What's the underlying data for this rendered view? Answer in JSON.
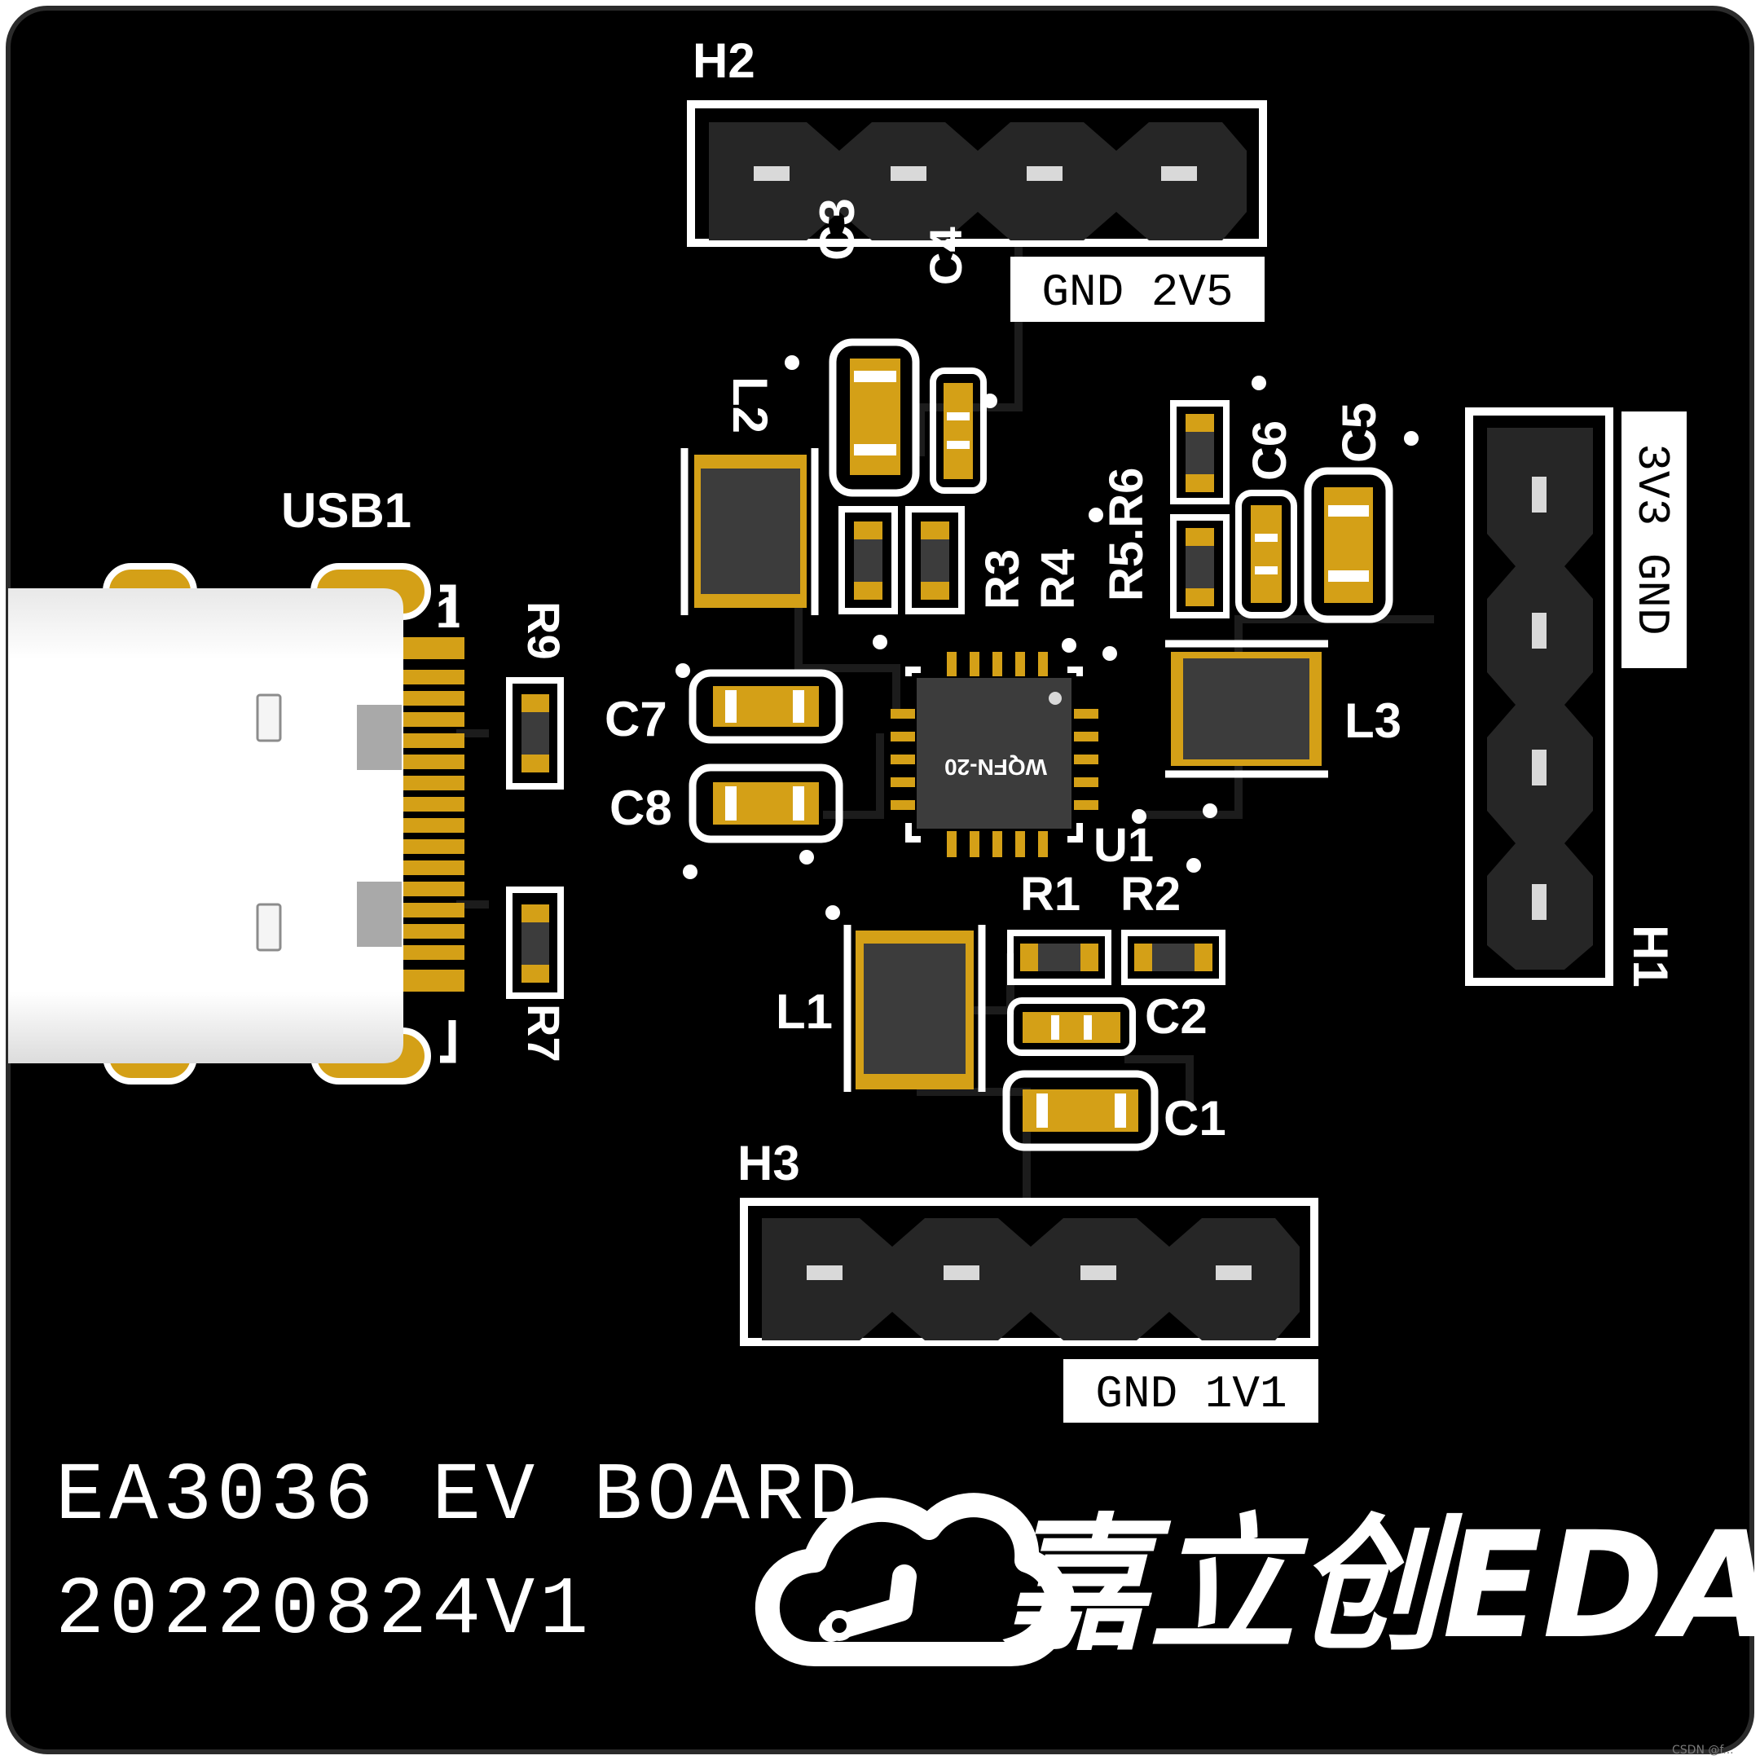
{
  "colors": {
    "board": "#000000",
    "edge": "#2b2b2b",
    "silkscreen": "#ffffff",
    "copper_pad": "#d4a017",
    "trace": "#1c1c1c",
    "component_body": "#3c3c3c"
  },
  "headers": {
    "h2": {
      "ref": "H2",
      "pins": "GND 2V5"
    },
    "h1": {
      "ref": "H1",
      "pins": "3V3 GND"
    },
    "h3": {
      "ref": "H3",
      "pins": "GND 1V1"
    }
  },
  "usb": {
    "ref": "USB1",
    "pin1": "1"
  },
  "ic": {
    "ref": "U1",
    "package": "WQFN-20"
  },
  "inductors": {
    "l1": "L1",
    "l2": "L2",
    "l3": "L3"
  },
  "capacitors": {
    "c1": "C1",
    "c2": "C2",
    "c3": "C3",
    "c4": "C4",
    "c5": "C5",
    "c6": "C6",
    "c7": "C7",
    "c8": "C8"
  },
  "resistors": {
    "r1": "R1",
    "r2": "R2",
    "r3": "R3",
    "r4": "R4",
    "r56": "R5.R6",
    "r7": "R7",
    "r9": "R9"
  },
  "board_text": {
    "line1": "EA3036 EV BOARD",
    "line2": "20220824V1"
  },
  "logo": {
    "brand": "嘉立创EDA"
  },
  "watermark": "CSDN @f..."
}
